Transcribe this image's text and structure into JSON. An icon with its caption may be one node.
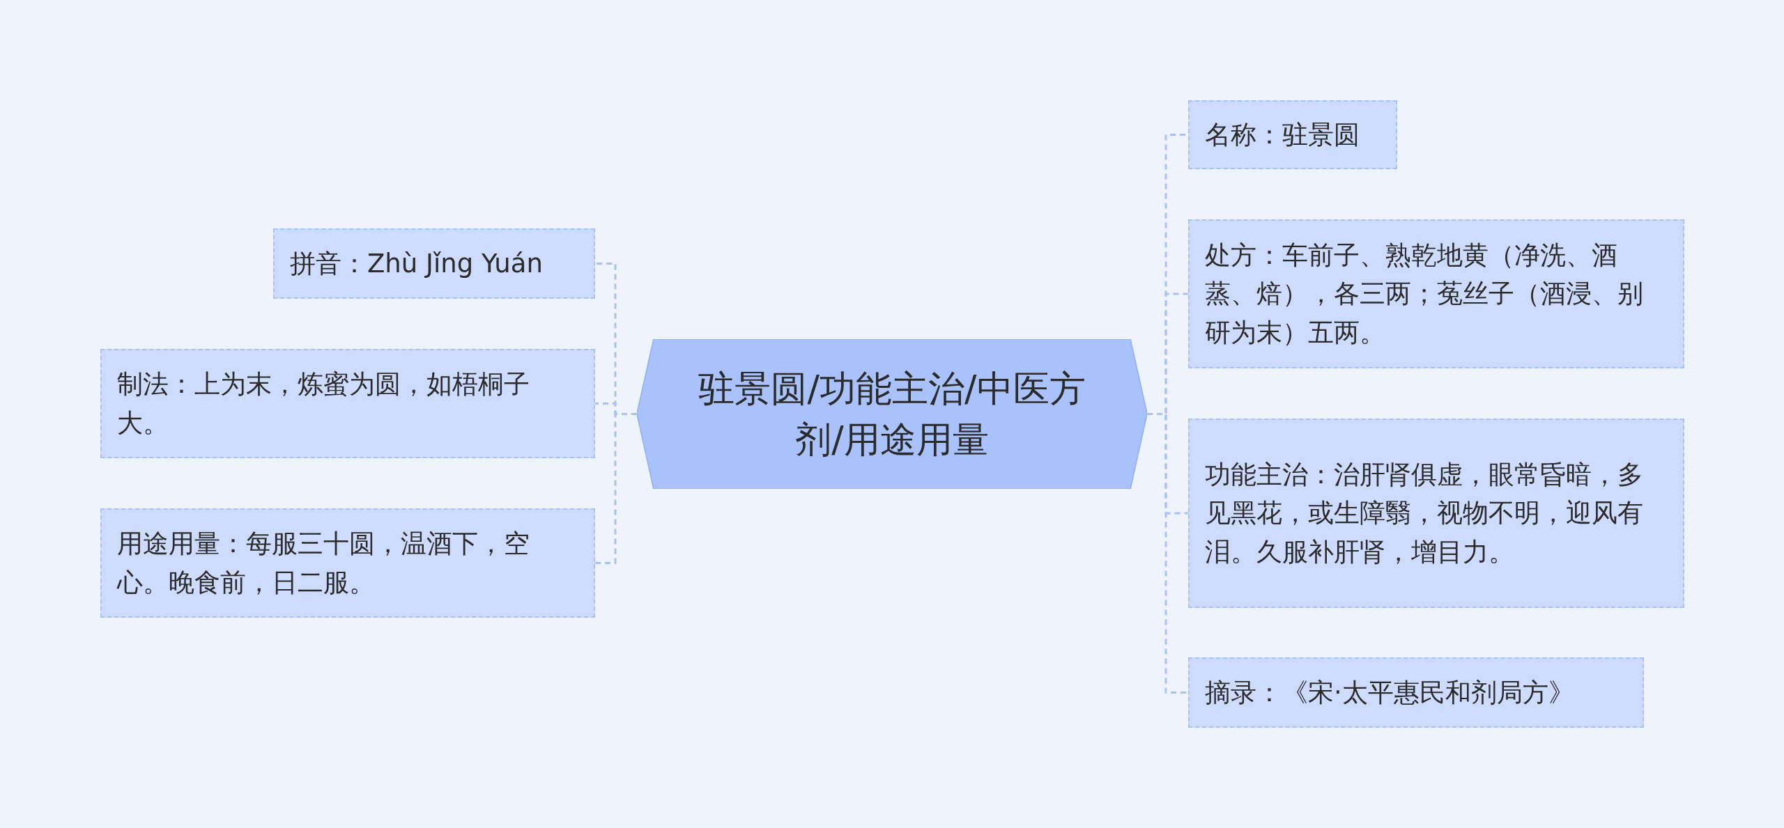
{
  "diagram": {
    "nodes": [
      {
        "text": [
          "驻景圆/功能主治/中医方剂/用途用量"
        ]
      },
      {
        "text": [
          "拼音：Zhù Jǐng Yuán"
        ]
      },
      {
        "text": [
          "制法：上为末，炼蜜为圆，如梧桐子大。"
        ]
      },
      {
        "text": [
          "用途用量：每服三十圆，温酒下，空心。晚食前，日二服。"
        ]
      },
      {
        "text": [
          "名称：驻景圆"
        ]
      },
      {
        "text": [
          "处方：车前子、熟乾地黄（净洗、酒蒸、焙），各三两；菟丝子（酒浸、别研为末）五两。"
        ]
      },
      {
        "text": [
          "功能主治：治肝肾俱虚，眼常昏暗，多见黑花，或生障翳，视物不明，迎风有泪。久服补肝肾，增目力。"
        ]
      },
      {
        "text": [
          "摘录：《宋·太平惠民和剂局方》"
        ]
      }
    ],
    "edges": [
      {
        "from": 0,
        "to": 1,
        "arrow": "none"
      },
      {
        "from": 0,
        "to": 2,
        "arrow": "none"
      },
      {
        "from": 0,
        "to": 3,
        "arrow": "none"
      },
      {
        "from": 0,
        "to": 4,
        "arrow": "none"
      },
      {
        "from": 0,
        "to": 5,
        "arrow": "none"
      },
      {
        "from": 0,
        "to": 6,
        "arrow": "none"
      },
      {
        "from": 0,
        "to": 7,
        "arrow": "none"
      }
    ]
  }
}
